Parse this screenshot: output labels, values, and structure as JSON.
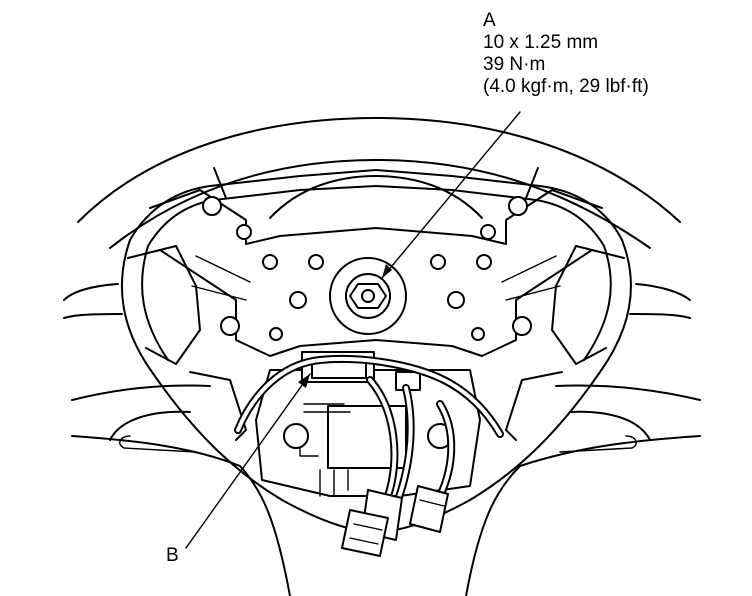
{
  "callouts": {
    "a": {
      "letter": "A",
      "size": "10 x 1.25 mm",
      "torque_nm": "39 N·m",
      "torque_alt": "(4.0 kgf·m, 29 lbf·ft)"
    },
    "b": {
      "letter": "B"
    }
  },
  "colors": {
    "line": "#000000",
    "background": "#ffffff"
  }
}
